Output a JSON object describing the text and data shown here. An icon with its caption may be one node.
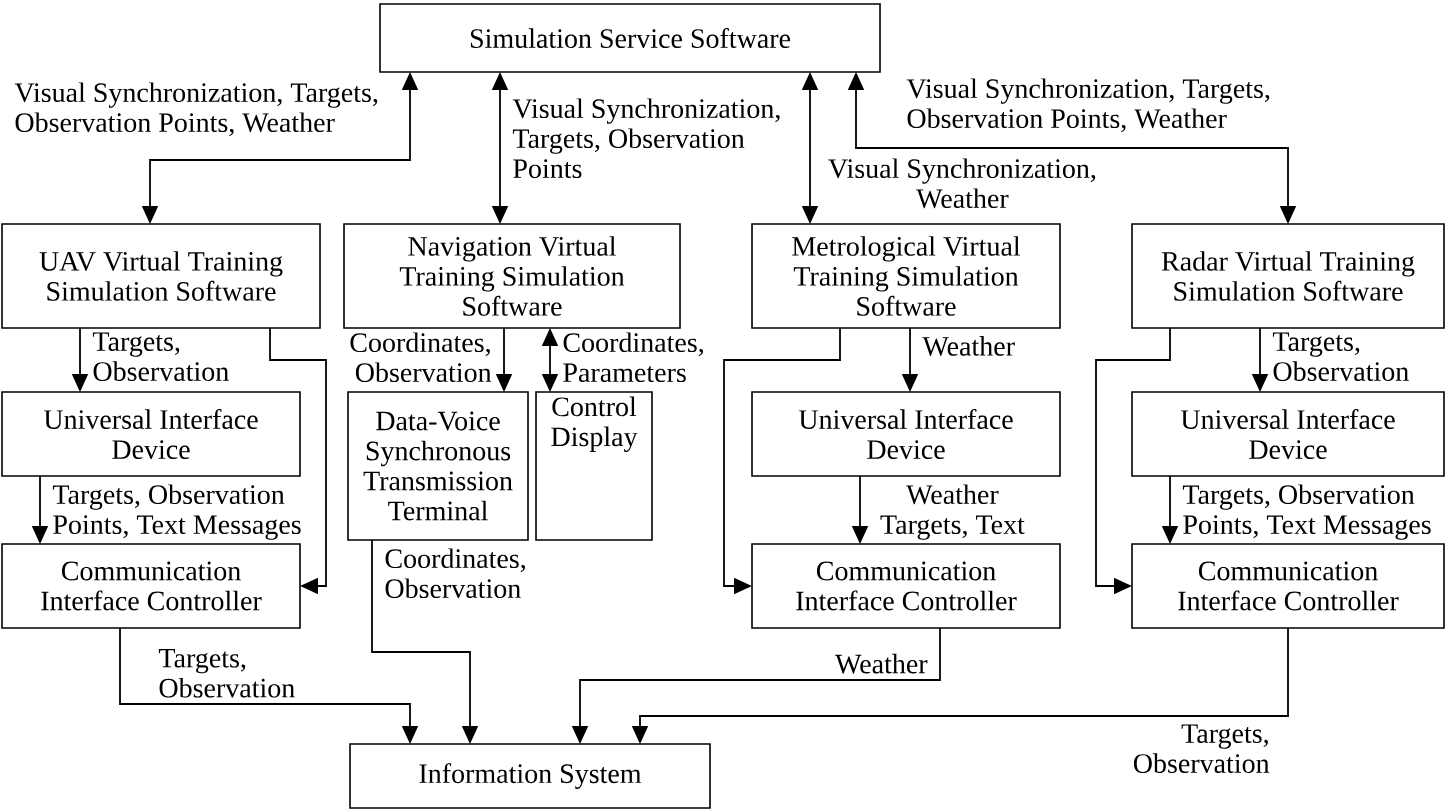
{
  "diagram": {
    "nodes": [
      {
        "text": [
          "Simulation Service Software"
        ]
      },
      {
        "text": [
          "UAV Virtual Training Simulation Software"
        ]
      },
      {
        "text": [
          "Navigation Virtual Training Simulation Software"
        ]
      },
      {
        "text": [
          "Metrological Virtual Training Simulation Software"
        ]
      },
      {
        "text": [
          "Radar Virtual Training Simulation Software"
        ]
      },
      {
        "text": [
          "Universal Interface Device"
        ]
      },
      {
        "text": [
          "Data-Voice Synchronous Transmission Terminal"
        ]
      },
      {
        "text": [
          "Control Display"
        ]
      },
      {
        "text": [
          "Universal Interface Device"
        ]
      },
      {
        "text": [
          "Universal Interface Device"
        ]
      },
      {
        "text": [
          "Communication Interface Controller"
        ]
      },
      {
        "text": [
          "Communication Interface Controller"
        ]
      },
      {
        "text": [
          "Communication Interface Controller"
        ]
      },
      {
        "text": [
          "Information System"
        ]
      }
    ],
    "edges": [
      {
        "from": 0,
        "to": 1,
        "arrow": "both",
        "label": "Visual Synchronization, Targets, Observation Points, Weather"
      },
      {
        "from": 0,
        "to": 2,
        "arrow": "both",
        "label": "Visual Synchronization, Targets, Observation Points"
      },
      {
        "from": 0,
        "to": 3,
        "arrow": "both",
        "label": "Visual Synchronization, Weather"
      },
      {
        "from": 0,
        "to": 4,
        "arrow": "both",
        "label": "Visual Synchronization, Targets, Observation Points, Weather"
      },
      {
        "from": 1,
        "to": 5,
        "arrow": "to",
        "label": "Targets, Observation"
      },
      {
        "from": 1,
        "to": 10,
        "arrow": "to"
      },
      {
        "from": 2,
        "to": 6,
        "arrow": "to",
        "label": "Coordinates, Observation"
      },
      {
        "from": 2,
        "to": 7,
        "arrow": "both",
        "label": "Coordinates, Parameters"
      },
      {
        "from": 3,
        "to": 8,
        "arrow": "to",
        "label": "Weather"
      },
      {
        "from": 3,
        "to": 11,
        "arrow": "to"
      },
      {
        "from": 4,
        "to": 9,
        "arrow": "to",
        "label": "Targets, Observation"
      },
      {
        "from": 4,
        "to": 12,
        "arrow": "to"
      },
      {
        "from": 5,
        "to": 10,
        "arrow": "to",
        "label": "Targets, Observation Points, Text Messages"
      },
      {
        "from": 8,
        "to": 11,
        "arrow": "to",
        "label": "Weather Targets, Text"
      },
      {
        "from": 9,
        "to": 12,
        "arrow": "to",
        "label": "Targets, Observation Points, Text Messages"
      },
      {
        "from": 10,
        "to": 13,
        "arrow": "to",
        "label": "Targets, Observation"
      },
      {
        "from": 6,
        "to": 13,
        "arrow": "to",
        "label": "Coordinates, Observation"
      },
      {
        "from": 11,
        "to": 13,
        "arrow": "to",
        "label": "Weather"
      },
      {
        "from": 12,
        "to": 13,
        "arrow": "to",
        "label": "Targets, Observation"
      }
    ]
  }
}
